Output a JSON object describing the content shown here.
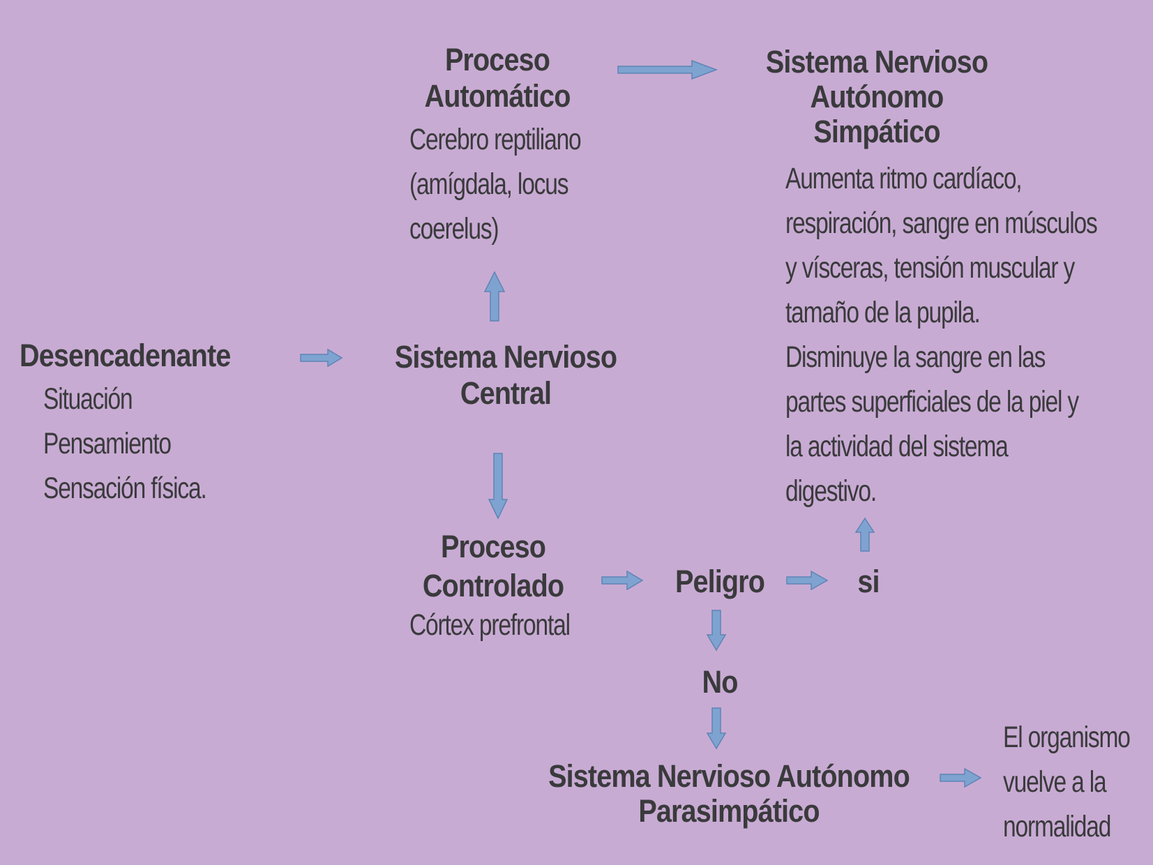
{
  "colors": {
    "background": "#c8abd3",
    "text": "#3a3a3c",
    "arrow_fill": "#7ea3d1",
    "arrow_stroke": "#5f84b4"
  },
  "nodes": {
    "trigger": {
      "title": "Desencadenante",
      "items": [
        "Situación",
        "Pensamiento",
        "Sensación física."
      ]
    },
    "cns": {
      "title_lines": [
        "Sistema Nervioso",
        "Central"
      ]
    },
    "automatic": {
      "title_lines": [
        "Proceso",
        "Automático"
      ],
      "desc_lines": [
        "Cerebro reptiliano",
        "(amígdala, locus",
        "coerelus)"
      ]
    },
    "sympathetic": {
      "title_lines": [
        "Sistema Nervioso",
        "Autónomo",
        "Simpático"
      ],
      "desc_lines": [
        "Aumenta ritmo cardíaco,",
        "respiración, sangre en músculos",
        "y vísceras, tensión muscular y",
        "tamaño de la pupila.",
        "Disminuye la sangre en las",
        "partes superficiales de la piel y",
        "la actividad del sistema",
        "digestivo."
      ]
    },
    "controlled": {
      "title_lines": [
        "Proceso",
        "Controlado"
      ],
      "desc": "Córtex prefrontal"
    },
    "danger": {
      "title": "Peligro"
    },
    "yes": {
      "title": "si"
    },
    "no": {
      "title": "No"
    },
    "parasympathetic": {
      "title_lines": [
        "Sistema Nervioso Autónomo",
        "Parasimpático"
      ]
    },
    "normal": {
      "desc_lines": [
        "El organismo",
        "vuelve a la",
        "normalidad"
      ]
    }
  },
  "edges": [
    {
      "from": "Desencadenante",
      "to": "Sistema Nervioso Central"
    },
    {
      "from": "Sistema Nervioso Central",
      "to": "Proceso Automático"
    },
    {
      "from": "Proceso Automático",
      "to": "Sistema Nervioso Autónomo Simpático"
    },
    {
      "from": "Sistema Nervioso Central",
      "to": "Proceso Controlado"
    },
    {
      "from": "Proceso Controlado",
      "to": "Peligro"
    },
    {
      "from": "Peligro",
      "to": "si"
    },
    {
      "from": "si",
      "to": "Sistema Nervioso Autónomo Simpático"
    },
    {
      "from": "Peligro",
      "to": "No"
    },
    {
      "from": "No",
      "to": "Sistema Nervioso Autónomo Parasimpático"
    },
    {
      "from": "Sistema Nervioso Autónomo Parasimpático",
      "to": "El organismo vuelve a la normalidad"
    }
  ]
}
